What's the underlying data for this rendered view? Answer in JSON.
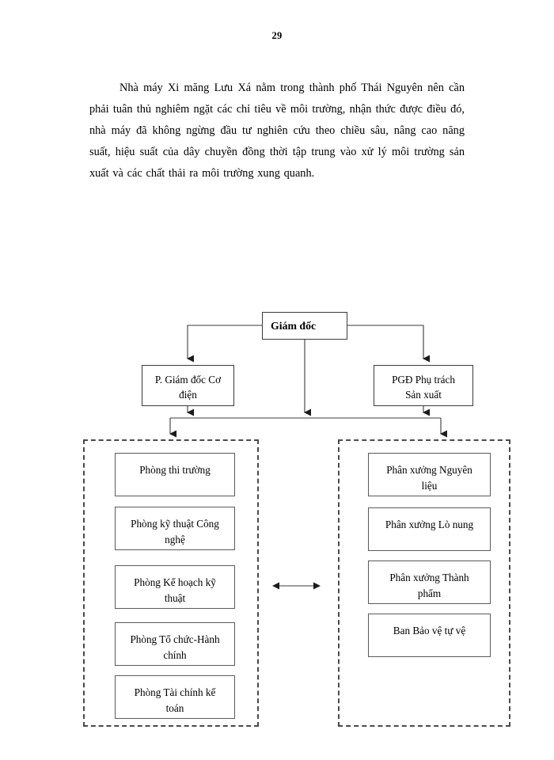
{
  "document": {
    "page_number": "29",
    "paragraph_lines": [
      "Nhà máy Xi măng  Lưu Xá nằm trong thành phố Thái  Nguyên nên cần phải",
      "tuân thủ nghiêm ngặt các chỉ tiêu về môi trường, nhận thức được điều đó, nhà máy",
      "đã không ngừng đầu tư nghiên cứu theo chiều sâu, nâng cao năng suất, hiệu suất của",
      "dây chuyền đồng thời tập trung vào xử lý môi trường sản xuất và các chất thải ra",
      "môi trường xung quanh."
    ]
  },
  "org_chart": {
    "director": {
      "label": "Giám đốc"
    },
    "deputies": [
      {
        "label_line1": "P. Giám đốc Cơ",
        "label_line2": "điện"
      },
      {
        "label_line1": "PGĐ Phụ trách",
        "label_line2": "Sản xuất"
      }
    ],
    "left_group": {
      "items": [
        {
          "line1": "Phòng thi trường",
          "line2": ""
        },
        {
          "line1": "Phòng kỹ thuật Công",
          "line2": "nghệ"
        },
        {
          "line1": "Phòng Kế hoạch kỹ",
          "line2": "thuật"
        },
        {
          "line1": "Phòng Tổ chức-Hành",
          "line2": "chính"
        },
        {
          "line1": "Phòng Tài  chính kế",
          "line2": "toán"
        }
      ]
    },
    "right_group": {
      "items": [
        {
          "line1": "Phân xưởng Nguyên",
          "line2": "liệu"
        },
        {
          "line1": "Phân xưởng Lò nung",
          "line2": ""
        },
        {
          "line1": "Phân xưởng Thành",
          "line2": "phẩm"
        },
        {
          "line1": "Ban Bảo vệ tự vệ",
          "line2": ""
        }
      ]
    },
    "colors": {
      "line": "#3b3b3b",
      "dashed_border": "#4a4a4a",
      "text": "#000000",
      "background": "#ffffff"
    }
  }
}
